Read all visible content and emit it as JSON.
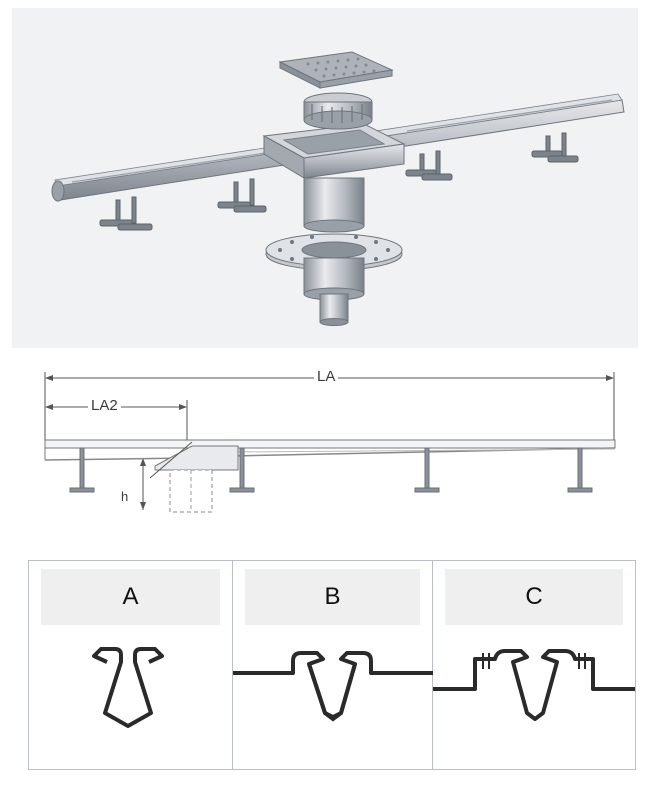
{
  "illustration": {
    "colors": {
      "background": "#f1f2f4",
      "steel_light": "#d6d9de",
      "steel_mid": "#b3b8bf",
      "steel_dark": "#80868e"
    },
    "icon": "stainless-drain-channel-assembly"
  },
  "dimension_drawing": {
    "total_length_label": "LA",
    "partial_length_label": "LA2",
    "height_label": "h"
  },
  "profiles": [
    {
      "label": "A"
    },
    {
      "label": "B"
    },
    {
      "label": "C"
    }
  ]
}
